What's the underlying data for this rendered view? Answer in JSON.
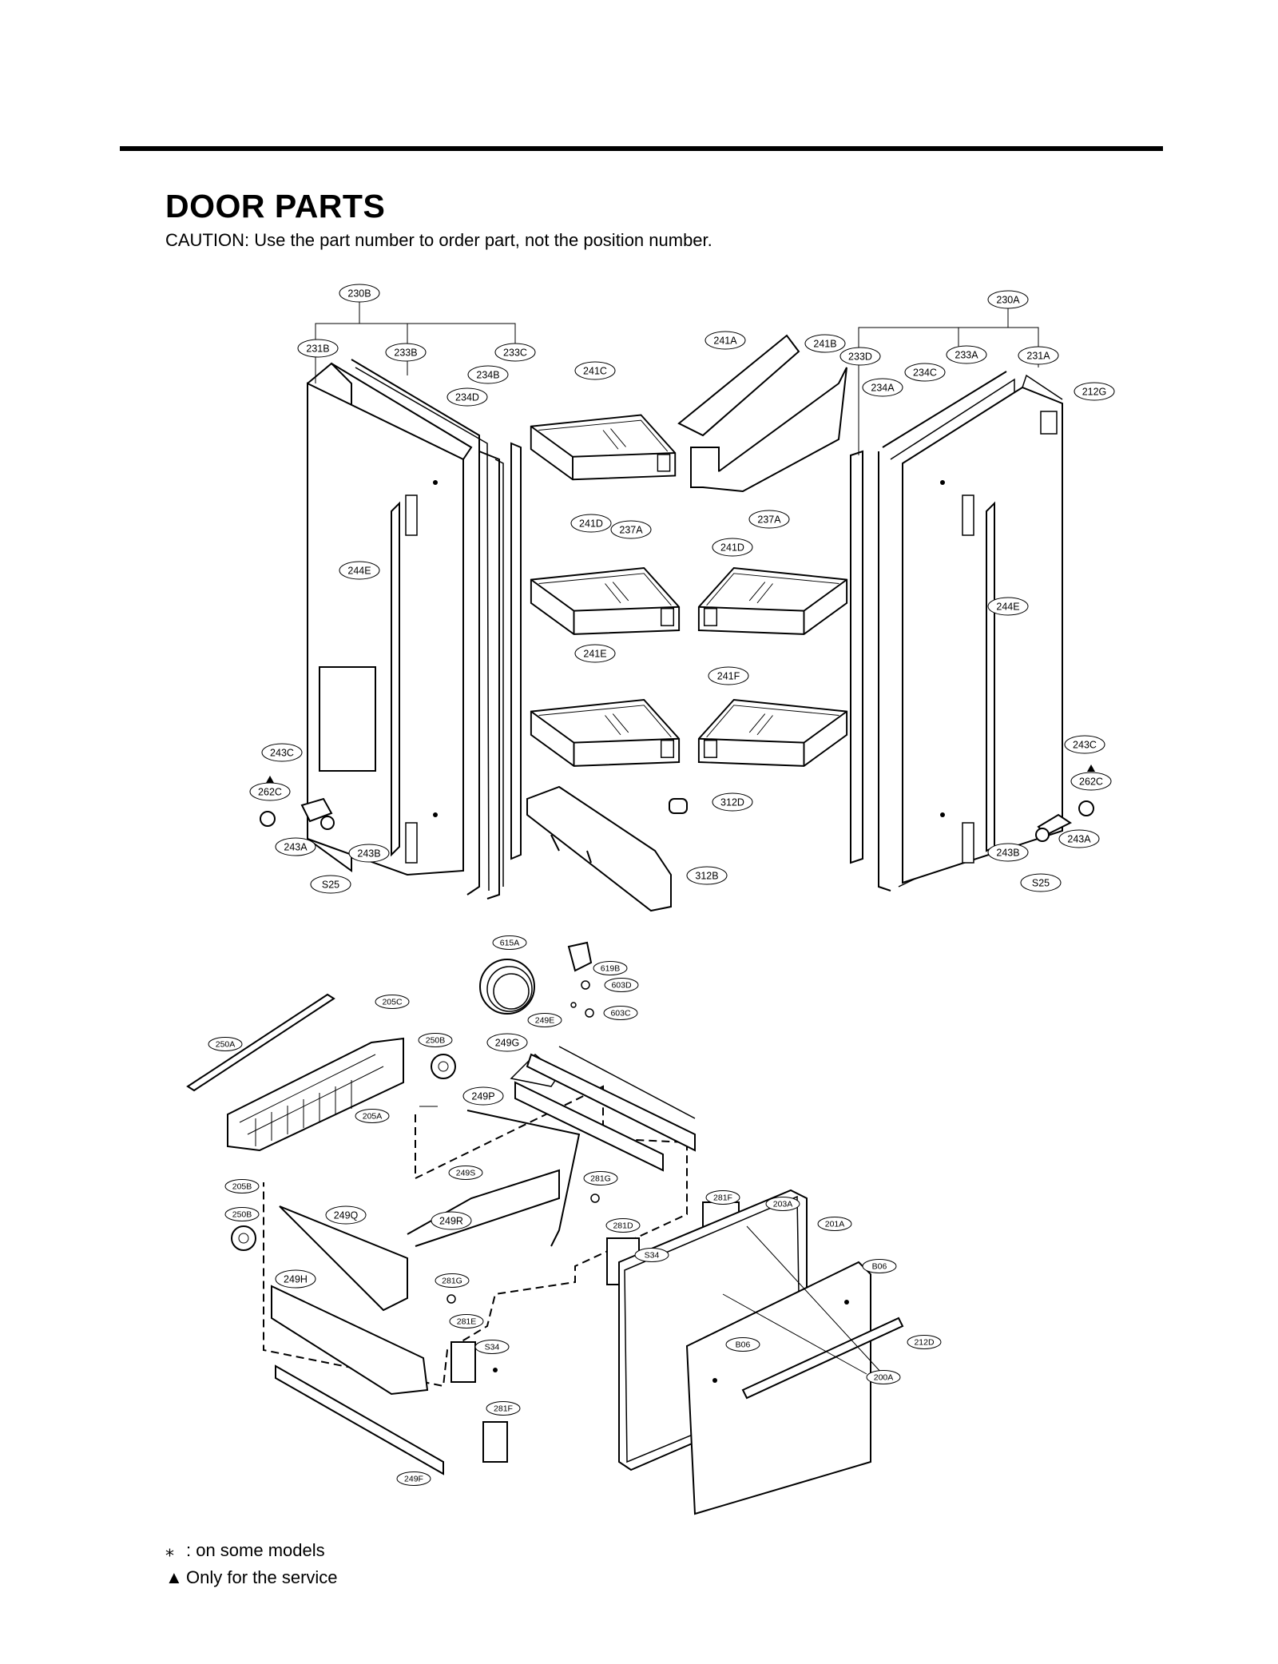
{
  "header": {
    "title": "DOOR PARTS",
    "caution": "CAUTION: Use the part number to order part, not the position number."
  },
  "legend": [
    {
      "symbol": "⁎",
      "text": ": on some models"
    },
    {
      "symbol": "▲",
      "text": "Only for the service"
    }
  ],
  "callouts": {
    "c230B": "230B",
    "c230A": "230A",
    "c231B": "231B",
    "c233B": "233B",
    "c233C": "233C",
    "c234B": "234B",
    "c234D": "234D",
    "c241C": "241C",
    "c241A": "241A",
    "c241B": "241B",
    "c233D": "233D",
    "c234A": "234A",
    "c234C": "234C",
    "c233A": "233A",
    "c231A": "231A",
    "c212G": "212G",
    "c244E_l": "244E",
    "c244E_r": "244E",
    "c241D_l": "241D",
    "c237A_l": "237A",
    "c237A_r": "237A",
    "c241D_r": "241D",
    "c241E": "241E",
    "c241F": "241F",
    "c243C_l": "243C",
    "c262C_l": "262C",
    "c243A_l": "243A",
    "c243B_l": "243B",
    "cS25_l": "S25",
    "c312D": "312D",
    "c312B": "312B",
    "c243C_r": "243C",
    "c262C_r": "262C",
    "c243A_r": "243A",
    "c243B_r": "243B",
    "cS25_r": "S25",
    "c615A": "615A",
    "c619B": "619B",
    "c603D": "603D",
    "c603C": "603C",
    "c205C": "205C",
    "c250A": "250A",
    "c250B_t": "250B",
    "c205A": "205A",
    "c205B": "205B",
    "c250B_b": "250B",
    "c249G": "249G",
    "c249E": "249E",
    "c249P": "249P",
    "c249S": "249S",
    "c249Q": "249Q",
    "c249R": "249R",
    "c281G_t": "281G",
    "c281D": "281D",
    "cS34_t": "S34",
    "c281G_b": "281G",
    "c249H": "249H",
    "c281E": "281E",
    "cS34_b": "S34",
    "c281F_b": "281F",
    "c249F": "249F",
    "c281F_t": "281F",
    "c203A": "203A",
    "c201A": "201A",
    "cB06_t": "B06",
    "cB06_b": "B06",
    "c212D": "212D",
    "c200A": "200A"
  }
}
